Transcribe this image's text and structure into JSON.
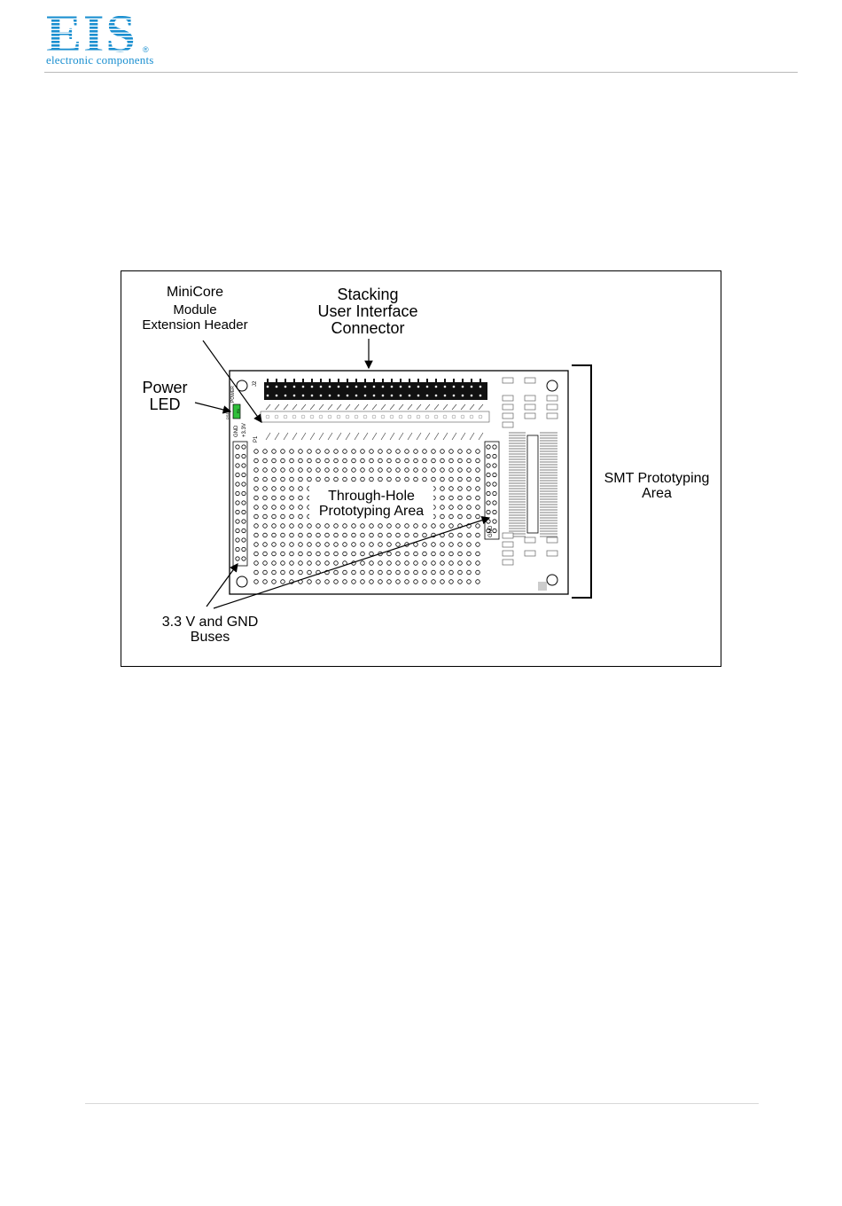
{
  "header": {
    "logo_text": "EIS",
    "logo_tagline": "electronic components",
    "registered_mark": "®",
    "brand_color": "#1a8fd0"
  },
  "figure": {
    "labels": {
      "minicore_1": "MiniCore",
      "minicore_2": "Module",
      "minicore_3": "Extension Header",
      "stacking_1": "Stacking",
      "stacking_2": "User Interface",
      "stacking_3": "Connector",
      "power_1": "Power",
      "power_2": "LED",
      "through_1": "Through-Hole",
      "through_2": "Prototyping Area",
      "smt_1": "SMT Prototyping",
      "smt_2": "Area",
      "buses_1": "3.3 V and GND",
      "buses_2": "Buses"
    },
    "board_marks": {
      "j2": "J2",
      "p1": "P1",
      "gnd_left": "GND",
      "v33_left": "+3.3V",
      "gnd_right": "GND",
      "power": "POWER",
      "r1": "R1",
      "ds1": "DS1"
    }
  }
}
